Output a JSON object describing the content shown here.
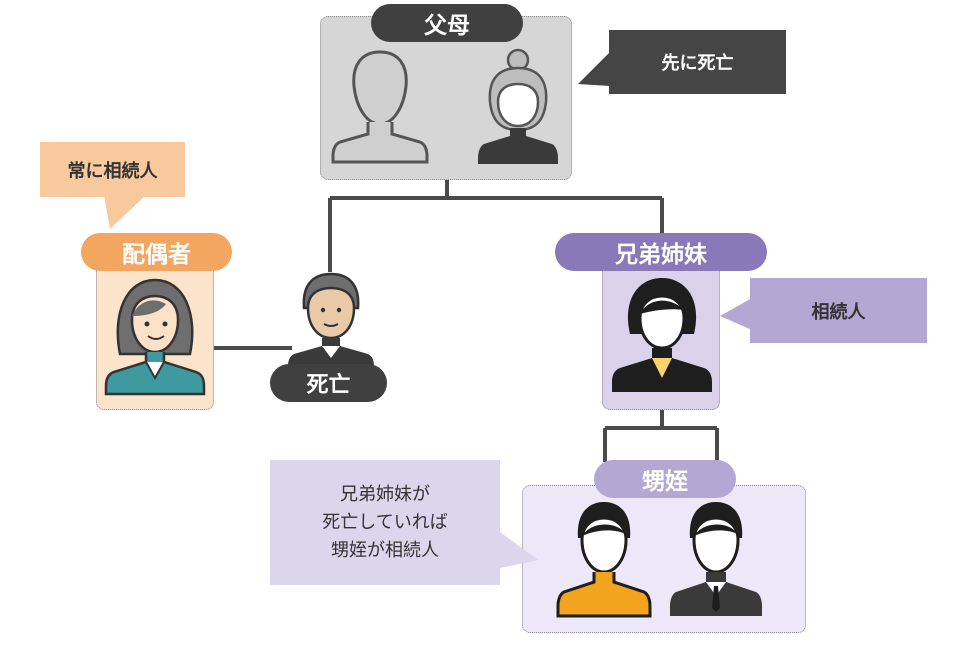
{
  "parents": {
    "label": "父母",
    "note": "先に死亡"
  },
  "spouse": {
    "label": "配偶者",
    "note": "常に相続人"
  },
  "deceased": {
    "label": "死亡"
  },
  "siblings": {
    "label": "兄弟姉妹",
    "note": "相続人"
  },
  "nephews": {
    "label": "甥姪",
    "note_lines": [
      "兄弟姉妹が",
      "死亡していれば",
      "甥姪が相続人"
    ]
  },
  "colors": {
    "line": "#4a4a4a",
    "dark_pill": "#404040",
    "orange": "#f3a660",
    "orange_bg": "#fbe3cc",
    "orange_note": "#f7c99c",
    "purple": "#8a79b8",
    "purple_bg": "#d9d2ea",
    "purple_note": "#b3a8d3",
    "nephew_note": "#dcd6ec",
    "gray_bg": "#d6d6d6"
  },
  "icons": [
    "male-silhouette-icon",
    "grandmother-icon",
    "woman-avatar-icon",
    "elderly-man-icon",
    "sibling-woman-icon",
    "nephew-icon",
    "niece-man-icon"
  ]
}
